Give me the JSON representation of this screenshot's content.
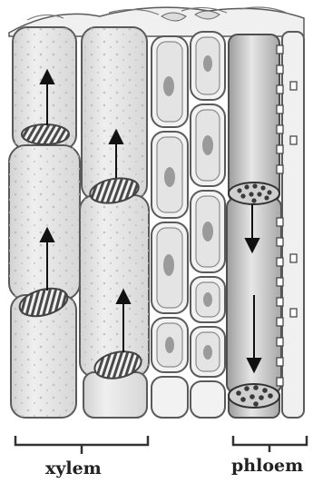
{
  "labels": {
    "xylem": "xylem",
    "phloem": "phloem"
  },
  "colors": {
    "outline": "#5a5a5a",
    "cell_fill": "#e9e9e9",
    "cell_fill_light": "#f4f4f4",
    "wall_dark": "#6b6b6b",
    "nucleus": "#9a9a9a",
    "arrow": "#111111",
    "bracket": "#333333"
  },
  "flow_directions": {
    "xylem": "up",
    "phloem": "down"
  }
}
